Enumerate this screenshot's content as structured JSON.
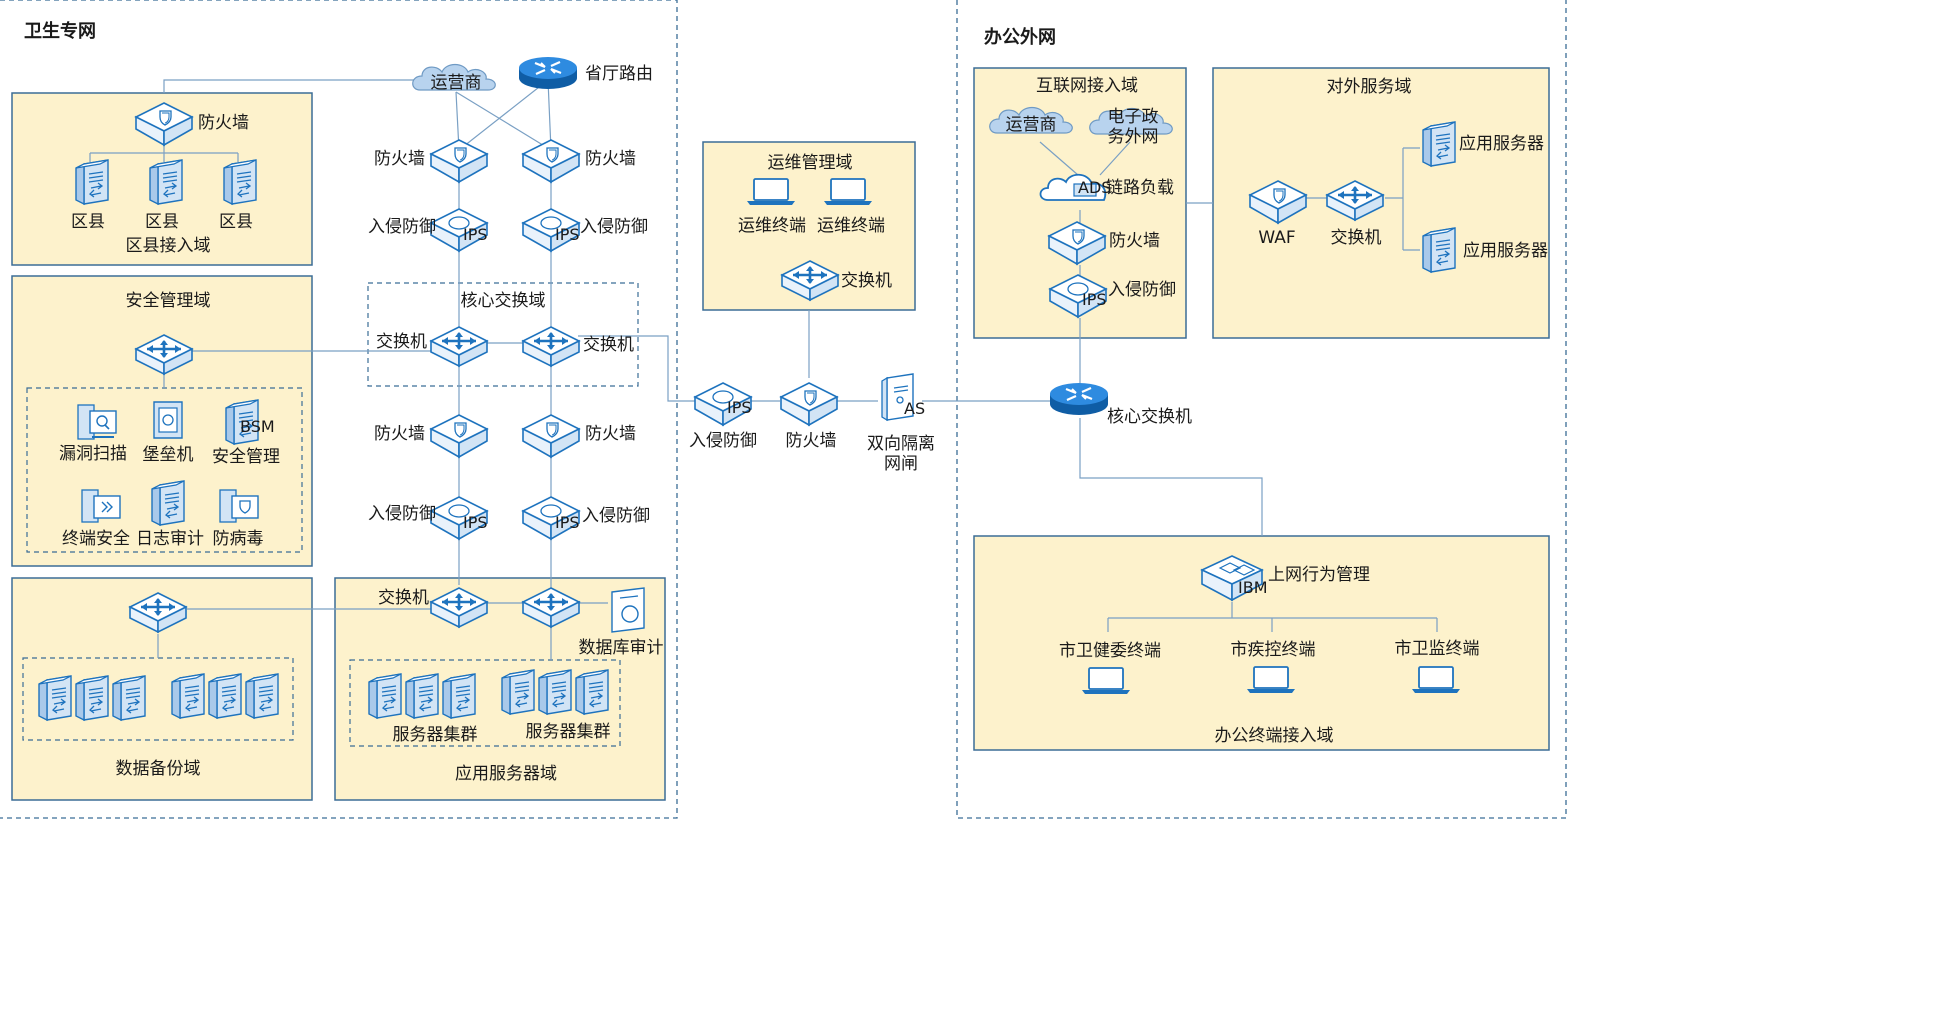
{
  "zones": {
    "health_net": "卫生专网",
    "office_net": "办公外网"
  },
  "domains": {
    "county_access": "区县接入域",
    "security_mgmt": "安全管理域",
    "data_backup": "数据备份域",
    "app_server": "应用服务器域",
    "core_switch": "核心交换域",
    "ops_mgmt": "运维管理域",
    "internet_access": "互联网接入域",
    "external_service": "对外服务域",
    "office_terminal": "办公终端接入域"
  },
  "labels": {
    "carrier": "运营商",
    "provincial_router": "省厅路由",
    "firewall": "防火墙",
    "ips": "入侵防御",
    "switch": "交换机",
    "county": "区县",
    "vuln_scan": "漏洞扫描",
    "bastion": "堡垒机",
    "security_manage": "安全管理",
    "endpoint_security": "终端安全",
    "log_audit": "日志审计",
    "antivirus": "防病毒",
    "db_audit": "数据库审计",
    "server_cluster": "服务器集群",
    "ops_terminal": "运维终端",
    "gap_line1": "双向隔离",
    "gap_line2": "网闸",
    "core_switch_dev": "核心交换机",
    "egov_line1": "电子政",
    "egov_line2": "务外网",
    "link_lb": "链路负载",
    "waf": "WAF",
    "app_server_dev": "应用服务器",
    "online_behavior": "上网行为管理",
    "city_health_terminal": "市卫健委终端",
    "cdc_terminal": "市疾控终端",
    "supervision_terminal": "市卫监终端"
  },
  "icon_text": {
    "ips": "IPS",
    "ads": "ADS",
    "bsm": "BSM",
    "as": "AS",
    "ibm": "IBM"
  },
  "colors": {
    "domain_fill": "#fdf2cc",
    "border": "#3b6d96",
    "icon_blue": "#1e73be",
    "line": "#7aa0c4"
  }
}
